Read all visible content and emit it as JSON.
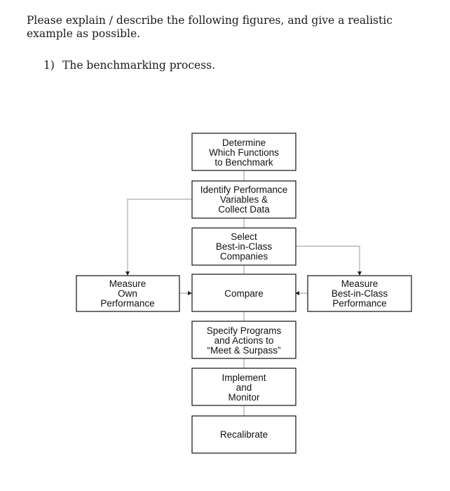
{
  "document": {
    "instruction": "Please explain / describe the following figures, and give a realistic example as possible.",
    "question_number": "1)",
    "question_text": "The benchmarking process."
  },
  "flowchart": {
    "steps": [
      [
        "Determine",
        "Which Functions",
        "to Benchmark"
      ],
      [
        "Identify Performance",
        "Variables &",
        "Collect Data"
      ],
      [
        "Select",
        "Best-in-Class",
        "Companies"
      ],
      [
        "Compare"
      ],
      [
        "Specify Programs",
        "and Actions to",
        "“Meet & Surpass”"
      ],
      [
        "Implement",
        "and",
        "Monitor"
      ],
      [
        "Recalibrate"
      ]
    ],
    "left_box": [
      "Measure",
      "Own",
      "Performance"
    ],
    "right_box": [
      "Measure",
      "Best-in-Class",
      "Performance"
    ]
  }
}
